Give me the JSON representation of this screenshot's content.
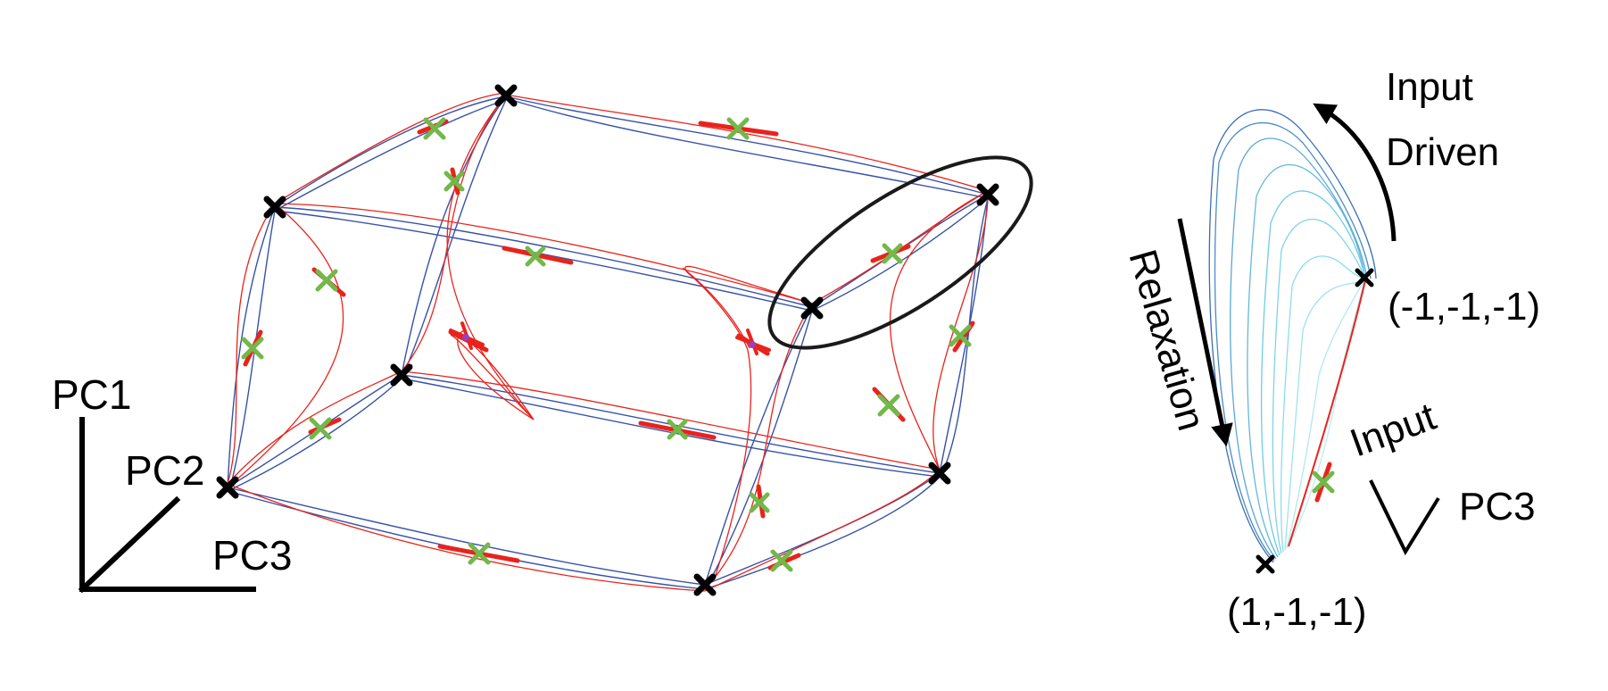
{
  "left_panel": {
    "axes": {
      "pc1_label": "PC1",
      "pc2_label": "PC2",
      "pc3_label": "PC3"
    },
    "markers": {
      "stable_fixed_point_icon": "black-x",
      "saddle_point_icon": "green-x",
      "unstable_point_icon": "red-star"
    }
  },
  "right_panel": {
    "input_driven_label_line1": "Input",
    "input_driven_label_line2": "Driven",
    "relaxation_label": "Relaxation",
    "input_label": "Input",
    "pc3_label": "PC3",
    "point_top_label": "(-1,-1,-1)",
    "point_bottom_label": "(1,-1,-1)"
  },
  "colors": {
    "red_trajectory": "#e8231c",
    "blue_trajectory": "#3652a8",
    "saddle_green": "#72b84a",
    "relaxation_cyan": "#6fcbe0",
    "ink": "#000000"
  }
}
